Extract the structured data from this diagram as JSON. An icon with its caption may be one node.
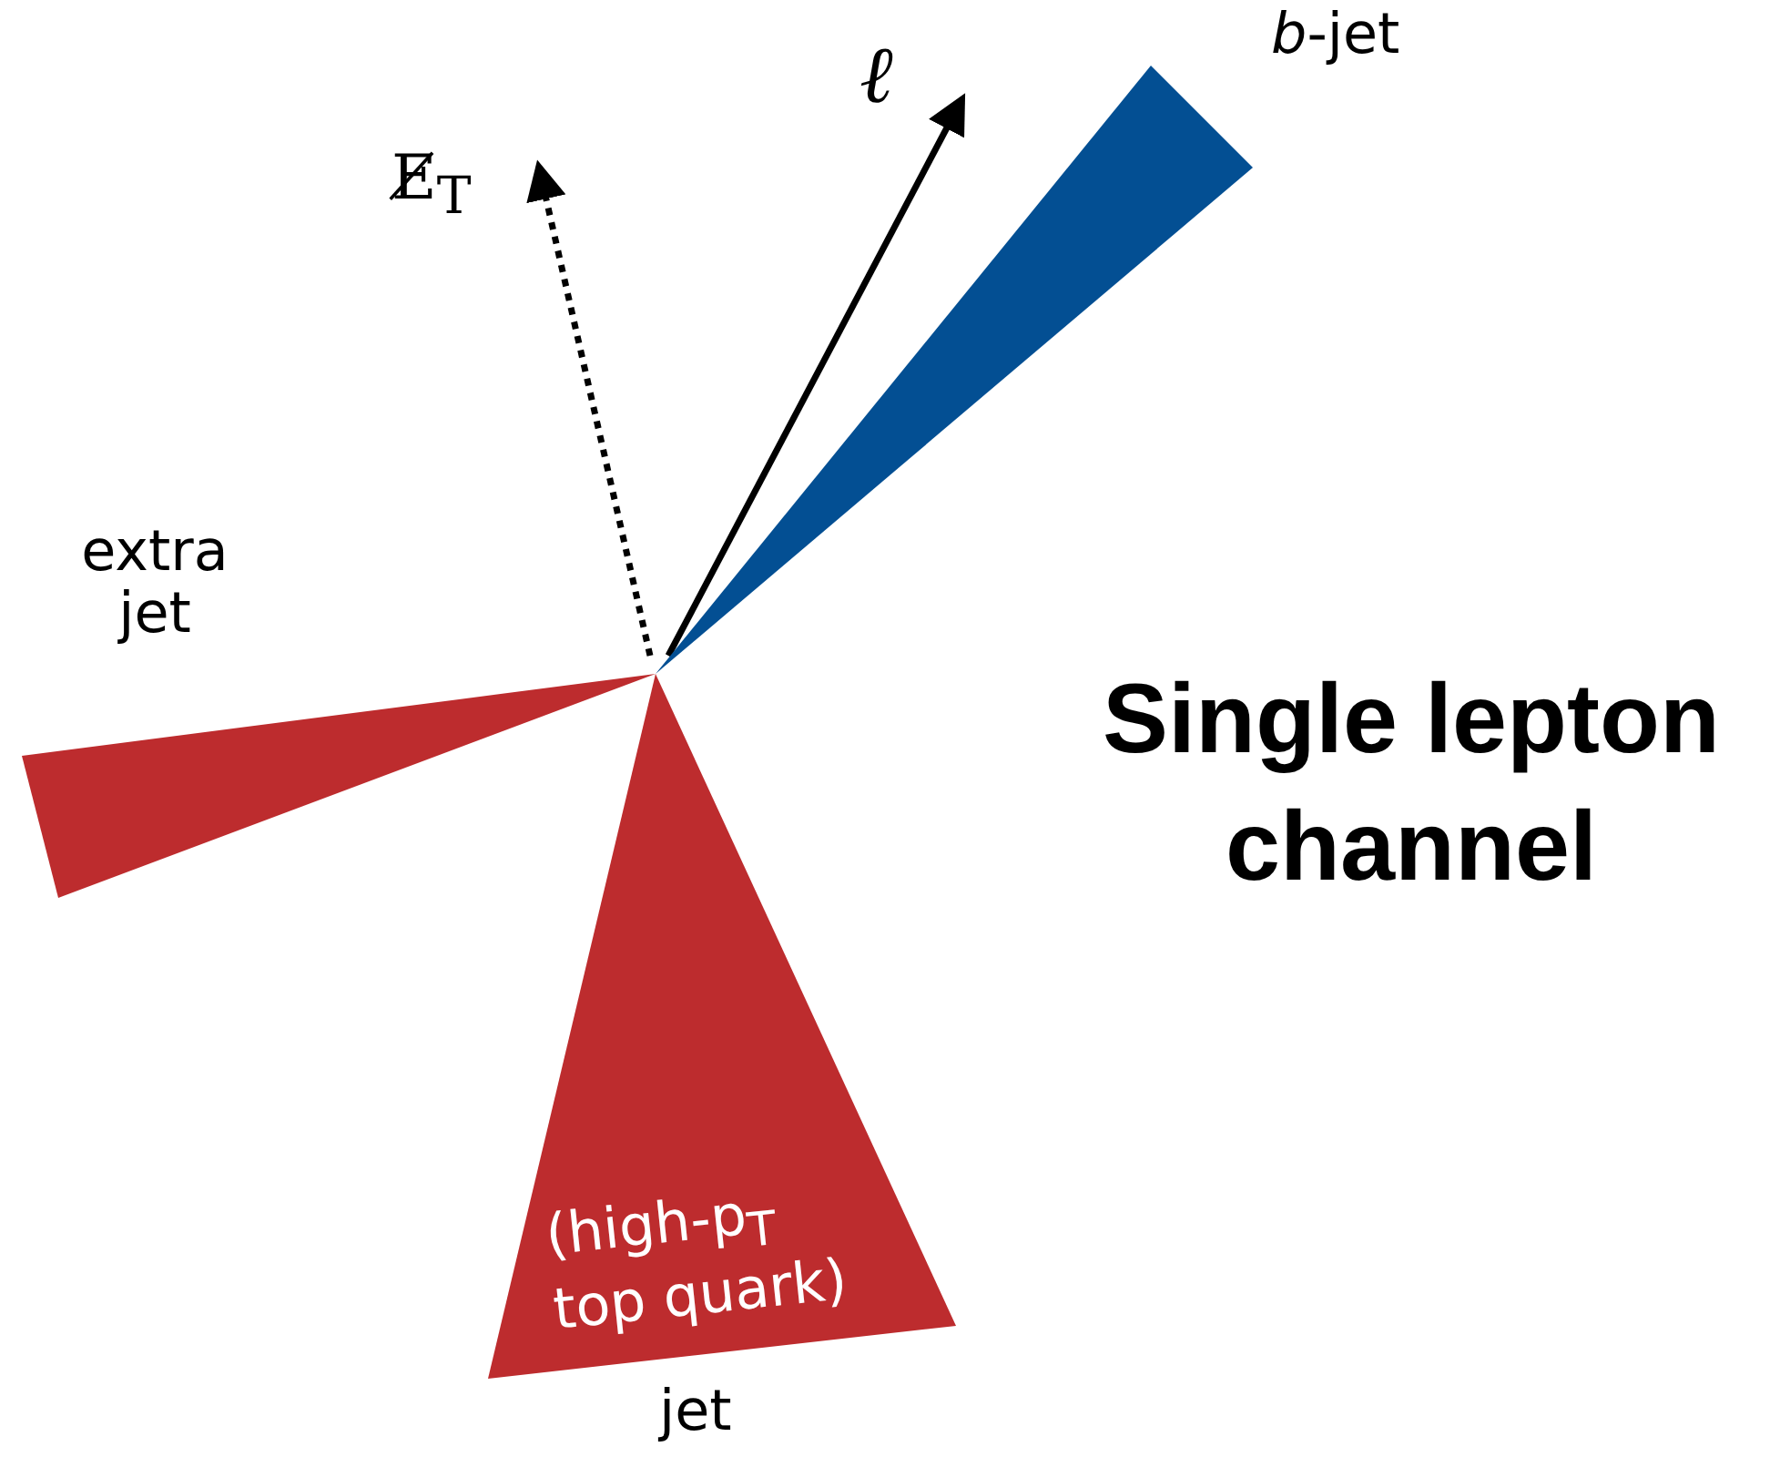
{
  "diagram": {
    "title": "Single lepton channel",
    "nodes": [
      {
        "text": [],
        "shape": "cone",
        "beside": [
          "*b*-jet"
        ]
      },
      {
        "text": [],
        "shape": "cone",
        "beside": [
          "extra jet"
        ]
      },
      {
        "text": [
          "(high-p$_{T}$ top quark)"
        ],
        "beside": [
          "jet"
        ]
      }
    ],
    "labels": [
      "E̸$_{T}$",
      "ℓ"
    ]
  }
}
